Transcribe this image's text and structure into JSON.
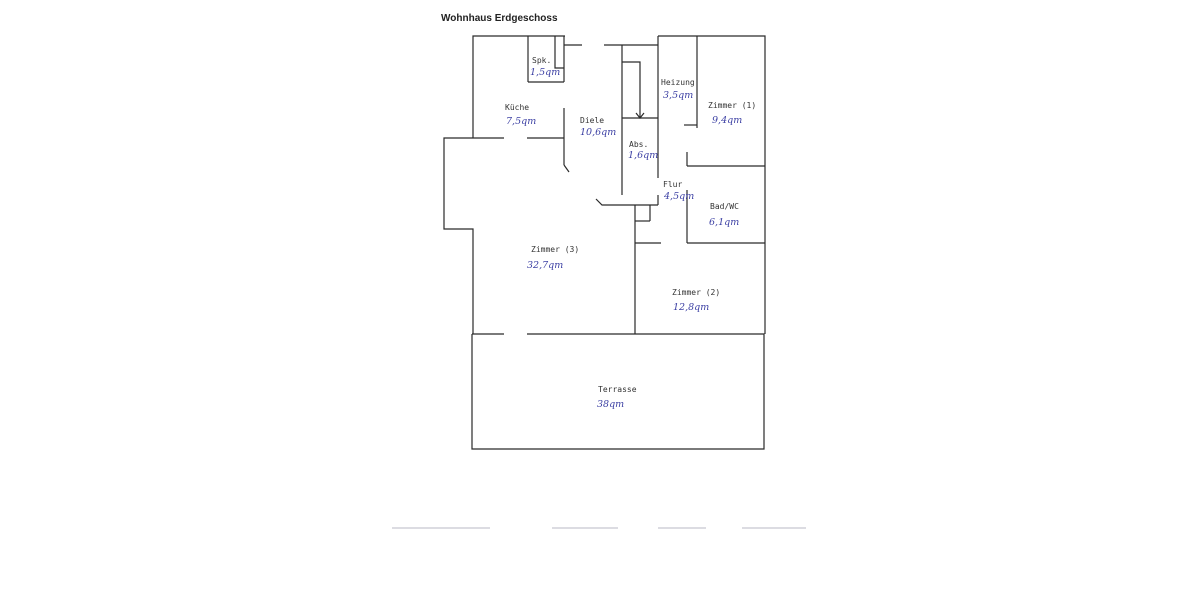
{
  "title": "Wohnhaus Erdgeschoss",
  "rooms": [
    {
      "key": "spk",
      "label": "Spk.",
      "area": "1,5qm"
    },
    {
      "key": "kueche",
      "label": "Küche",
      "area": "7,5qm"
    },
    {
      "key": "diele",
      "label": "Diele",
      "area": "10,6qm"
    },
    {
      "key": "heizung",
      "label": "Heizung",
      "area": "3,5qm"
    },
    {
      "key": "zimmer1",
      "label": "Zimmer (1)",
      "area": "9,4qm"
    },
    {
      "key": "abs",
      "label": "Abs.",
      "area": "1,6qm"
    },
    {
      "key": "flur",
      "label": "Flur",
      "area": "4,5qm"
    },
    {
      "key": "bad",
      "label": "Bad/WC",
      "area": "6,1qm"
    },
    {
      "key": "zimmer3",
      "label": "Zimmer (3)",
      "area": "32,7qm"
    },
    {
      "key": "zimmer2",
      "label": "Zimmer (2)",
      "area": "12,8qm"
    },
    {
      "key": "terrasse",
      "label": "Terrasse",
      "area": "38qm"
    }
  ],
  "colors": {
    "wall": "#2a2a2a",
    "handwriting": "#3b3fa3"
  }
}
